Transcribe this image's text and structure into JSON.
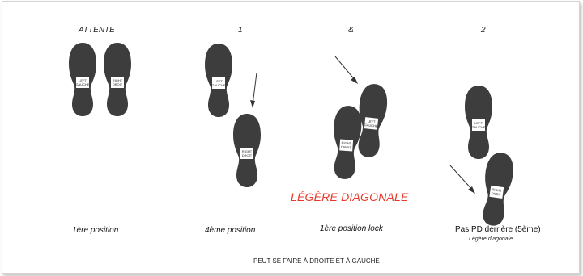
{
  "columns": [
    {
      "heading": "ATTENTE",
      "caption": "1ère position"
    },
    {
      "heading": "1",
      "caption": "4ème position"
    },
    {
      "heading": "&",
      "caption": "1ère position lock"
    },
    {
      "heading": "2",
      "caption": "Pas PD derrière (5ème)",
      "subcaption": "Légère diagonale"
    }
  ],
  "diagonal_label": "LÉGÈRE DIAGONALE",
  "footer": "PEUT SE FAIRE À DROITE ET À GAUCHE",
  "shoe_labels": {
    "left": [
      "LEFT",
      "GAUCHE"
    ],
    "right": [
      "RIGHT",
      "DROIT"
    ]
  },
  "colors": {
    "shoe": "#3d3d3d",
    "diagonal_text": "#e8382a"
  }
}
